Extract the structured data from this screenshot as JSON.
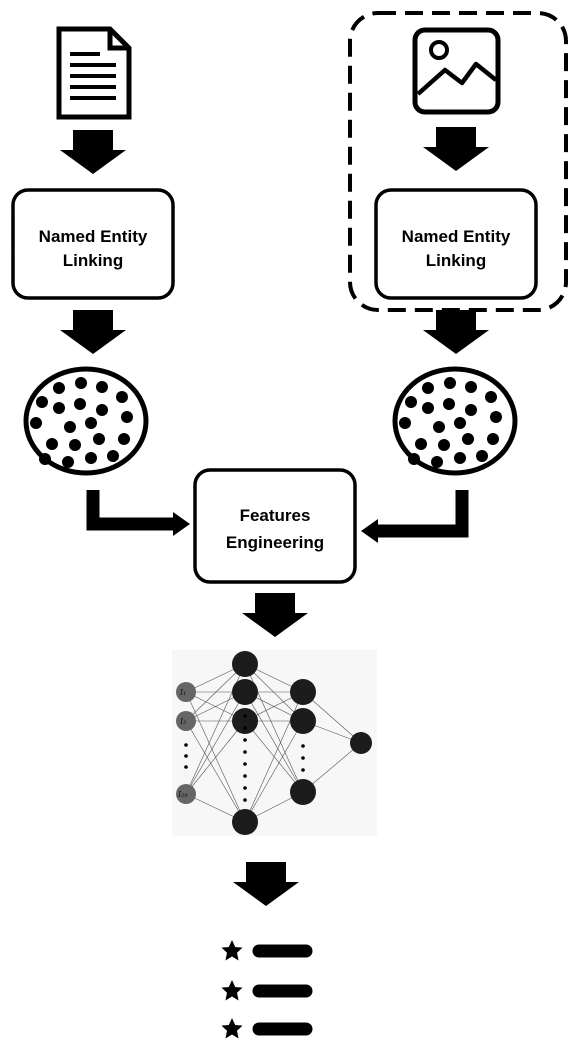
{
  "colors": {
    "ink": "#000000",
    "paper": "#ffffff",
    "nn_background": "#f7f7f7",
    "nn_input_node": "#666666",
    "nn_hidden_node": "#1c1c1c"
  },
  "left_branch": {
    "source_icon": "document-icon",
    "nel_box": {
      "line1": "Named Entity",
      "line2": "Linking"
    },
    "entity_cluster_icon": "entity-cluster-icon"
  },
  "right_branch": {
    "source_icon": "image-icon",
    "nel_box": {
      "line1": "Named Entity",
      "line2": "Linking"
    },
    "entity_cluster_icon": "entity-cluster-icon",
    "highlight": "dashed-rounded-frame"
  },
  "features_box": {
    "line1": "Features",
    "line2": "Engineering"
  },
  "neural_network": {
    "icon": "neural-network-icon",
    "input_labels": [
      "I₁",
      "I₂",
      "I₂₉"
    ]
  },
  "output": {
    "icon": "ranked-list-icon",
    "item_count": 3,
    "item_icon": "star-icon"
  }
}
